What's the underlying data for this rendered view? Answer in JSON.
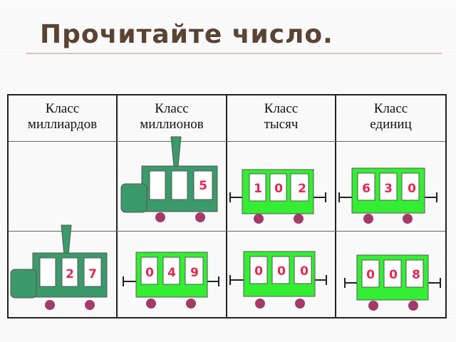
{
  "title": "Прочитайте число.",
  "columns": [
    {
      "line1": "Класс",
      "line2": "миллиардов"
    },
    {
      "line1": "Класс",
      "line2": "миллионов"
    },
    {
      "line1": "Класс",
      "line2": "тысяч"
    },
    {
      "line1": "Класс",
      "line2": "единиц"
    }
  ],
  "row1": {
    "locomotive_digit": "5",
    "thousands": [
      "1",
      "0",
      "2"
    ],
    "units": [
      "6",
      "3",
      "0"
    ]
  },
  "row2": {
    "locomotive_digits": [
      "2",
      "7"
    ],
    "millions": [
      "0",
      "4",
      "9"
    ],
    "thousands": [
      "0",
      "0",
      "0"
    ],
    "units": [
      "0",
      "0",
      "8"
    ]
  },
  "colors": {
    "title": "#5a4332",
    "locomotive": "#3a9a6a",
    "wagon": "#33ee33",
    "wheel": "#a33a6a",
    "digit": "#e8264f"
  }
}
